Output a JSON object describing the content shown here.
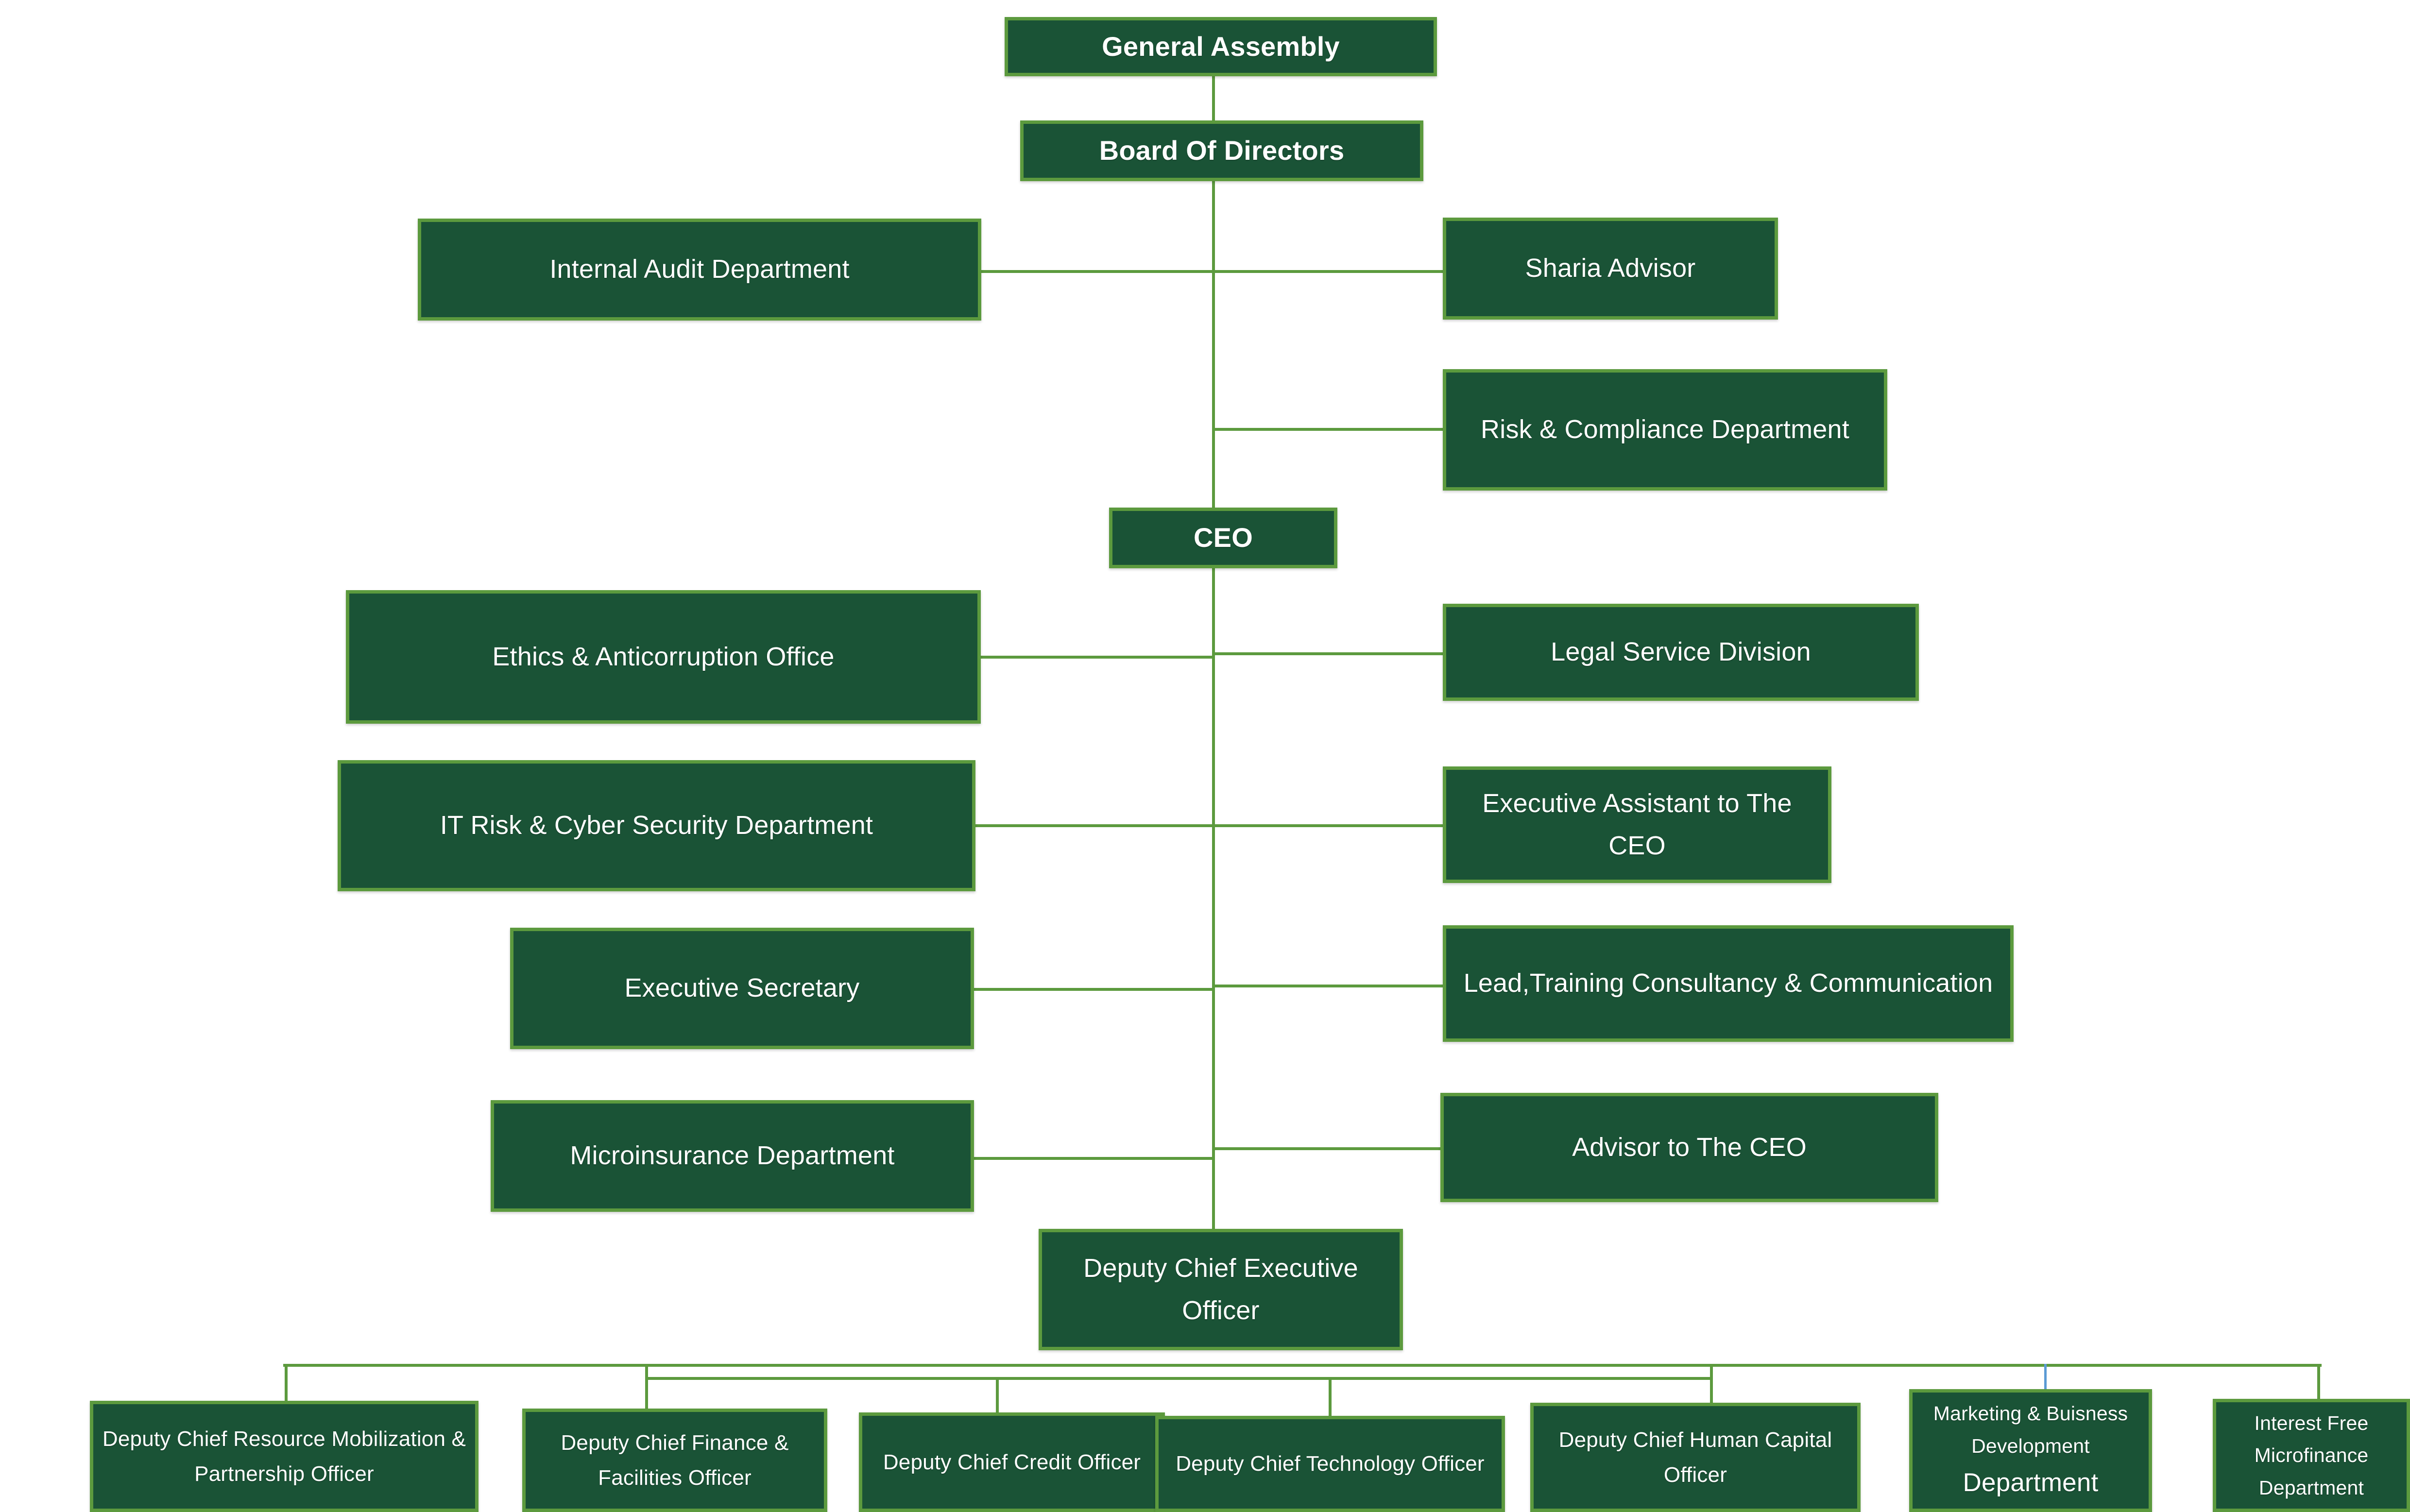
{
  "chart": {
    "title": "Organizational Structure Chart",
    "theme": {
      "box_fill": "#1a5336",
      "box_border": "#5c9a3e",
      "connector_green": "#5c9a3e",
      "connector_blue": "#5b9bd5",
      "text_color": "#ffffff",
      "background": "#ffffff"
    }
  },
  "nodes": {
    "general_assembly": {
      "label": "General Assembly"
    },
    "board_of_directors": {
      "label": "Board Of Directors"
    },
    "internal_audit": {
      "label": "Internal Audit Department"
    },
    "sharia_advisor": {
      "label": "Sharia Advisor"
    },
    "risk_compliance": {
      "label": "Risk & Compliance Department"
    },
    "ceo": {
      "label": "CEO"
    },
    "ethics_anticorruption": {
      "label": "Ethics & Anticorruption Office"
    },
    "legal_service": {
      "label": "Legal Service Division"
    },
    "it_risk_cyber": {
      "label": "IT Risk & Cyber Security Department"
    },
    "executive_assistant": {
      "label": "Executive Assistant to The CEO"
    },
    "executive_secretary": {
      "label": "Executive Secretary"
    },
    "lead_training": {
      "label": "Lead,Training Consultancy & Communication"
    },
    "microinsurance": {
      "label": "Microinsurance Department"
    },
    "advisor_ceo": {
      "label": "Advisor to The CEO"
    },
    "deputy_ceo": {
      "label": "Deputy Chief Executive\nOfficer"
    },
    "dc_resource_mobilization": {
      "label": "Deputy Chief Resource Mobilization &\nPartnership Officer"
    },
    "dc_finance_facilities": {
      "label": "Deputy Chief Finance &\nFacilities Officer"
    },
    "dc_credit": {
      "label": "Deputy Chief Credit Officer"
    },
    "dc_technology": {
      "label": "Deputy Chief Technology Officer"
    },
    "dc_human_capital": {
      "label": "Deputy Chief Human Capital\nOfficer"
    },
    "marketing_business_dev": {
      "line1": "Marketing  & Buisness",
      "line2": "Development",
      "line3": "Department"
    },
    "interest_free_microfinance": {
      "label": "Interest Free\nMicrofinance\nDepartment"
    }
  }
}
